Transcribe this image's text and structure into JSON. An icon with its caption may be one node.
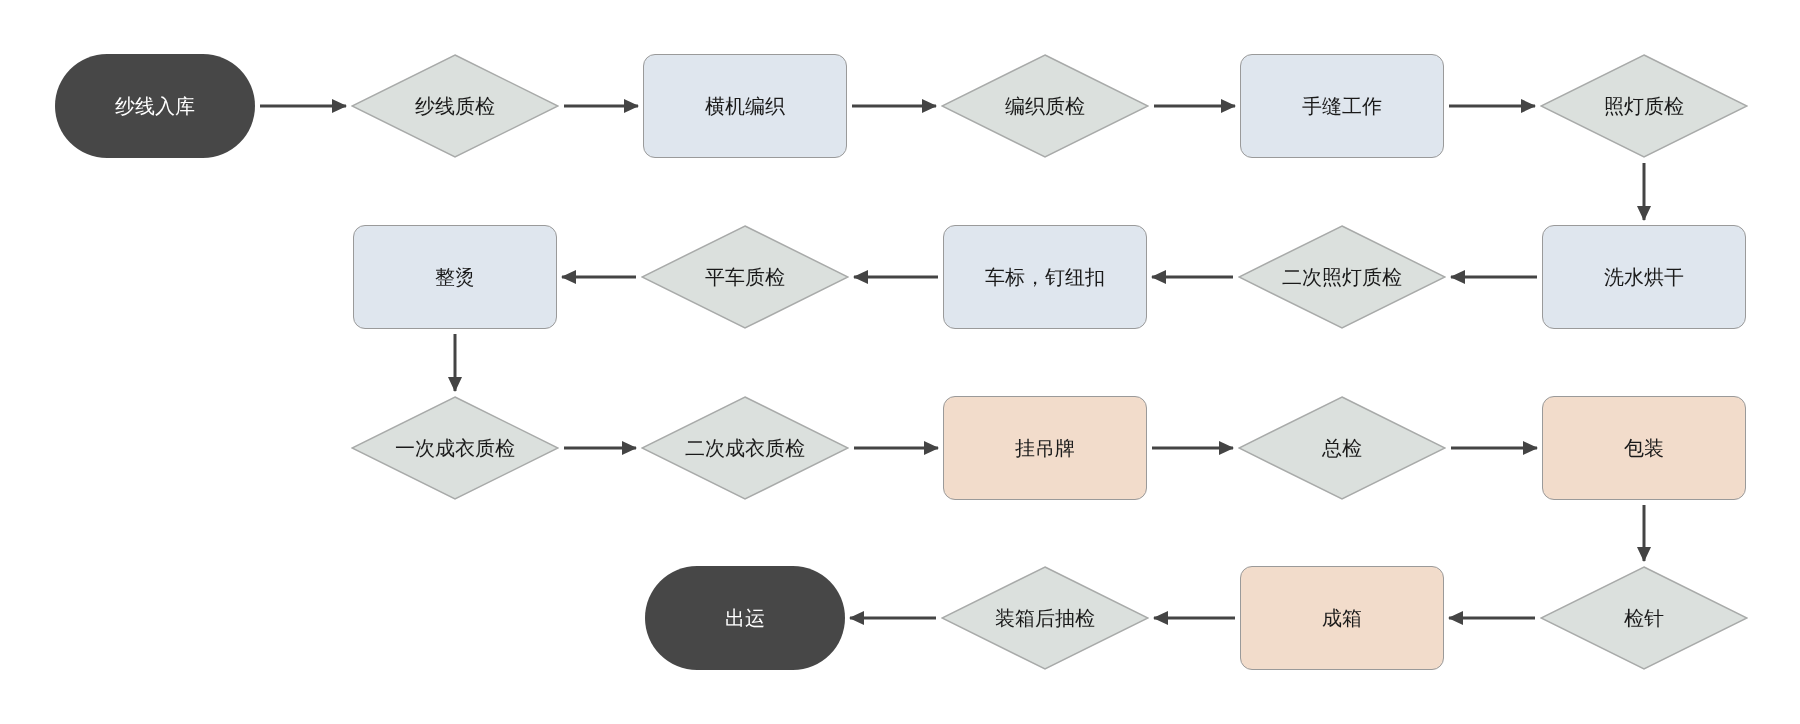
{
  "diagram": {
    "nodes": [
      {
        "text": [
          "纱线入库"
        ]
      },
      {
        "text": [
          "纱线质检"
        ]
      },
      {
        "text": [
          "横机编织"
        ]
      },
      {
        "text": [
          "编织质检"
        ]
      },
      {
        "text": [
          "手缝工作"
        ]
      },
      {
        "text": [
          "照灯质检"
        ]
      },
      {
        "text": [
          "洗水烘干"
        ]
      },
      {
        "text": [
          "二次照灯质检"
        ]
      },
      {
        "text": [
          "车标，钉纽扣"
        ]
      },
      {
        "text": [
          "平车质检"
        ]
      },
      {
        "text": [
          "整烫"
        ]
      },
      {
        "text": [
          "一次成衣质检"
        ]
      },
      {
        "text": [
          "二次成衣质检"
        ]
      },
      {
        "text": [
          "挂吊牌"
        ]
      },
      {
        "text": [
          "总检"
        ]
      },
      {
        "text": [
          "包装"
        ]
      },
      {
        "text": [
          "检针"
        ]
      },
      {
        "text": [
          "成箱"
        ]
      },
      {
        "text": [
          "装箱后抽检"
        ]
      },
      {
        "text": [
          "出运"
        ]
      }
    ],
    "edges": [
      {
        "from": 0,
        "to": 1,
        "arrow": "to"
      },
      {
        "from": 1,
        "to": 2,
        "arrow": "to"
      },
      {
        "from": 2,
        "to": 3,
        "arrow": "to"
      },
      {
        "from": 3,
        "to": 4,
        "arrow": "to"
      },
      {
        "from": 4,
        "to": 5,
        "arrow": "to"
      },
      {
        "from": 5,
        "to": 6,
        "arrow": "to"
      },
      {
        "from": 6,
        "to": 7,
        "arrow": "to"
      },
      {
        "from": 7,
        "to": 8,
        "arrow": "to"
      },
      {
        "from": 8,
        "to": 9,
        "arrow": "to"
      },
      {
        "from": 9,
        "to": 10,
        "arrow": "to"
      },
      {
        "from": 10,
        "to": 11,
        "arrow": "to"
      },
      {
        "from": 11,
        "to": 12,
        "arrow": "to"
      },
      {
        "from": 12,
        "to": 13,
        "arrow": "to"
      },
      {
        "from": 13,
        "to": 14,
        "arrow": "to"
      },
      {
        "from": 14,
        "to": 15,
        "arrow": "to"
      },
      {
        "from": 15,
        "to": 16,
        "arrow": "to"
      },
      {
        "from": 16,
        "to": 17,
        "arrow": "to"
      },
      {
        "from": 17,
        "to": 18,
        "arrow": "to"
      },
      {
        "from": 18,
        "to": 19,
        "arrow": "to"
      }
    ]
  }
}
